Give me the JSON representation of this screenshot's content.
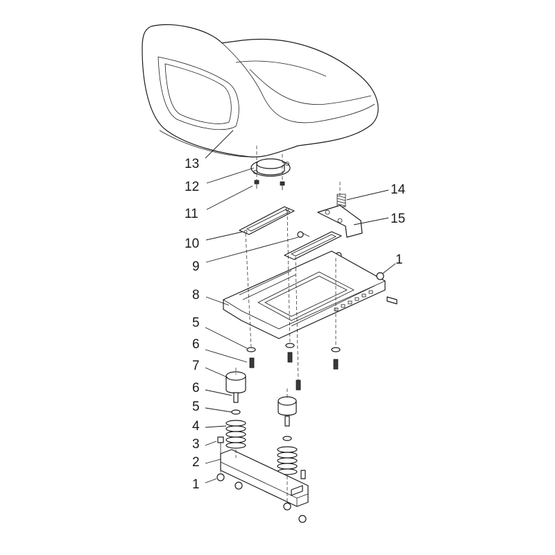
{
  "callouts": [
    {
      "id": "c13",
      "label": "13"
    },
    {
      "id": "c12",
      "label": "12"
    },
    {
      "id": "c11",
      "label": "11"
    },
    {
      "id": "c10",
      "label": "10"
    },
    {
      "id": "c9",
      "label": "9"
    },
    {
      "id": "c14",
      "label": "14"
    },
    {
      "id": "c15",
      "label": "15"
    },
    {
      "id": "c1a",
      "label": "1"
    },
    {
      "id": "c8",
      "label": "8"
    },
    {
      "id": "c5a",
      "label": "5"
    },
    {
      "id": "c6a",
      "label": "6"
    },
    {
      "id": "c7",
      "label": "7"
    },
    {
      "id": "c6b",
      "label": "6"
    },
    {
      "id": "c5b",
      "label": "5"
    },
    {
      "id": "c4",
      "label": "4"
    },
    {
      "id": "c3",
      "label": "3"
    },
    {
      "id": "c2",
      "label": "2"
    },
    {
      "id": "c1b",
      "label": "1"
    }
  ]
}
